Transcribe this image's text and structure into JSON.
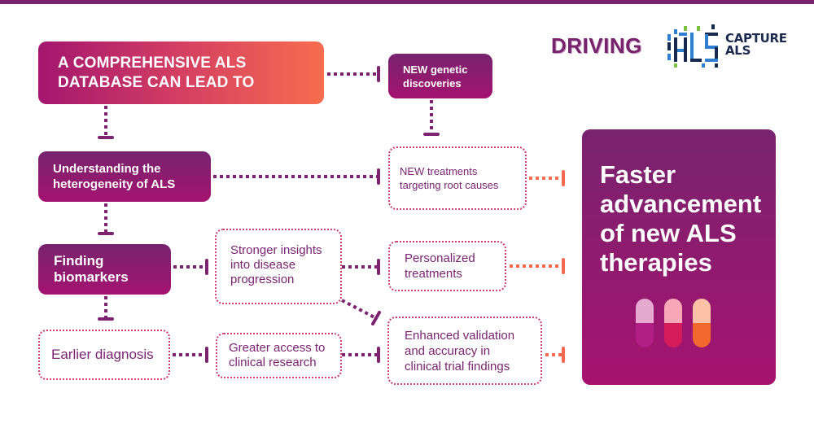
{
  "header": {
    "driving_label": "DRIVING",
    "logo": {
      "name": "capture-als-logo",
      "line1": "CAPTURE",
      "line2": "ALS"
    }
  },
  "diagram": {
    "colors": {
      "purple": "#78236e",
      "magenta": "#a4136f",
      "coral": "#f76d4e",
      "pink_border": "#d8486a"
    },
    "hero": {
      "text_line1": "A COMPREHENSIVE ALS",
      "text_line2": "DATABASE CAN LEAD TO"
    },
    "left_column": [
      {
        "id": "heterogeneity",
        "line1": "Understanding the",
        "line2": "heterogeneity of ALS",
        "style": "solid"
      },
      {
        "id": "biomarkers",
        "line1": "Finding",
        "line2": "biomarkers",
        "style": "solid"
      },
      {
        "id": "earlier-diagnosis",
        "line1": "Earlier diagnosis",
        "style": "dotted"
      }
    ],
    "middle_column": [
      {
        "id": "stronger-insights",
        "line1": "Stronger insights",
        "line2": "into disease",
        "line3": "progression",
        "style": "dotted"
      },
      {
        "id": "greater-access",
        "line1": "Greater access to",
        "line2": "clinical research",
        "style": "dotted"
      }
    ],
    "right_column": [
      {
        "id": "genetic-discoveries",
        "line1": "NEW genetic",
        "line2": "discoveries",
        "style": "solid"
      },
      {
        "id": "new-treatments",
        "line1": "NEW treatments",
        "line2": "targeting root causes",
        "style": "dotted"
      },
      {
        "id": "personalized",
        "line1": "Personalized",
        "line2": "treatments",
        "style": "dotted"
      },
      {
        "id": "enhanced-validation",
        "line1": "Enhanced validation",
        "line2": "and accuracy in",
        "line3": "clinical trial findings",
        "style": "dotted"
      }
    ],
    "outcome": {
      "line1": "Faster",
      "line2": "advancement",
      "line3": "of new ALS",
      "line4": "therapies"
    },
    "pills": [
      {
        "name": "pill-purple",
        "top": "#e6a9cf",
        "bottom": "#b01e86"
      },
      {
        "name": "pill-red",
        "top": "#f7a8b6",
        "bottom": "#d61b5a"
      },
      {
        "name": "pill-orange",
        "top": "#fcc2a7",
        "bottom": "#f2692e"
      }
    ]
  }
}
